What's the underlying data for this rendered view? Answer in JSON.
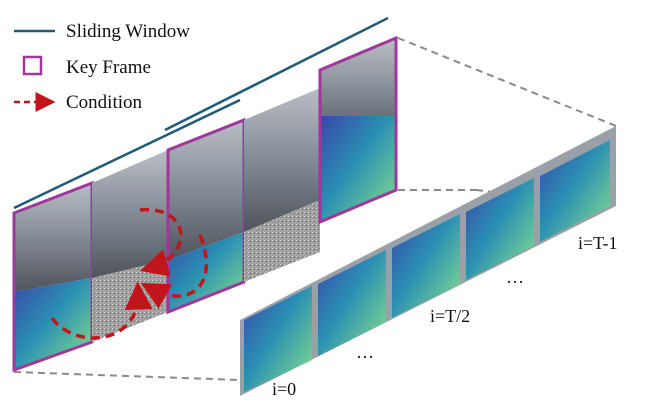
{
  "legend": {
    "sliding_window": "Sliding Window",
    "key_frame": "Key Frame",
    "condition": "Condition"
  },
  "frame_labels": {
    "first": "i=0",
    "middle": "i=T/2",
    "last": "i=T-1",
    "ellipsis": "…"
  },
  "colors": {
    "sliding_window_line": "#1f5a78",
    "key_frame_border": "#a0379a",
    "condition_arrow": "#c0151b",
    "projection_dash": "#8a8a8a",
    "depth_dark": "#3b3ea6",
    "depth_mid": "#2b9bb0",
    "depth_light": "#8ee08a"
  }
}
